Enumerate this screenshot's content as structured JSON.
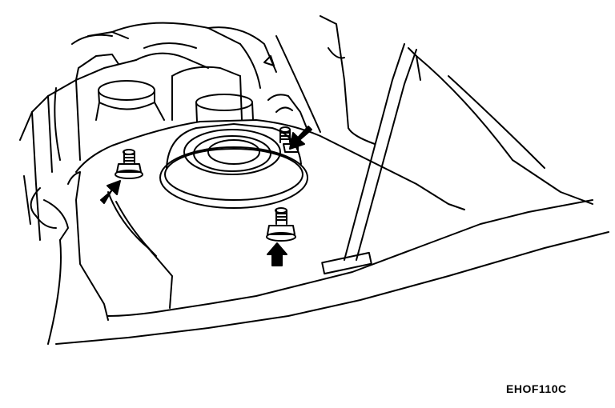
{
  "figure": {
    "code": "EHOF110C"
  },
  "colors": {
    "line": "#000000",
    "background": "#ffffff"
  },
  "callouts": [
    {
      "kind": "arrow",
      "target": "strut-mount-nut-left"
    },
    {
      "kind": "arrow",
      "target": "strut-mount-nut-right"
    },
    {
      "kind": "arrow",
      "target": "strut-mount-nut-front"
    }
  ]
}
